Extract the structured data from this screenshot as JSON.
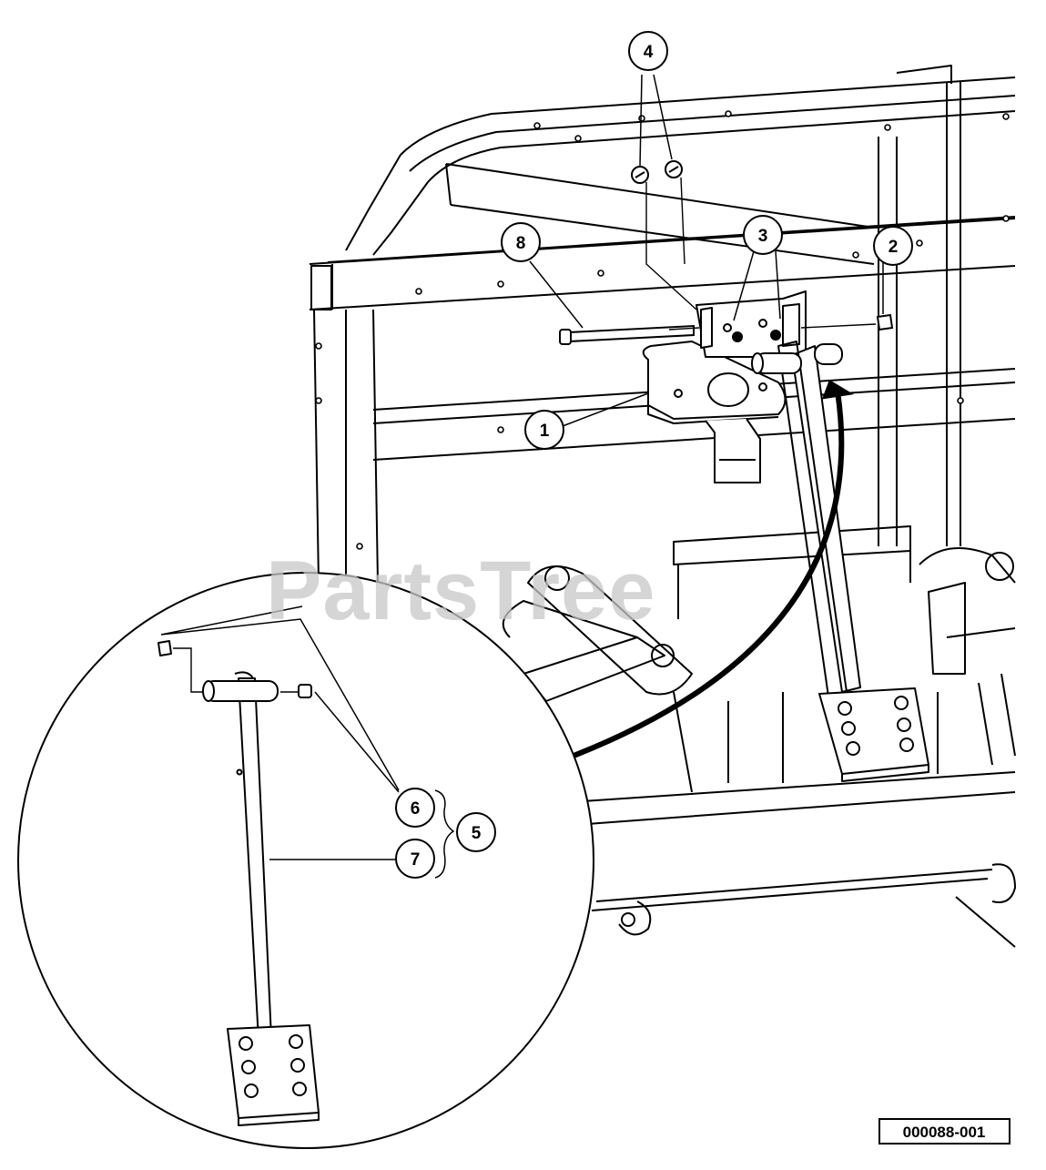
{
  "watermark": "PartsTree",
  "figure_id": "000088-001",
  "callouts": [
    {
      "id": "1",
      "label": "1"
    },
    {
      "id": "2",
      "label": "2"
    },
    {
      "id": "3",
      "label": "3"
    },
    {
      "id": "4",
      "label": "4"
    },
    {
      "id": "5",
      "label": "5"
    },
    {
      "id": "6",
      "label": "6"
    },
    {
      "id": "7",
      "label": "7"
    },
    {
      "id": "8",
      "label": "8"
    }
  ]
}
